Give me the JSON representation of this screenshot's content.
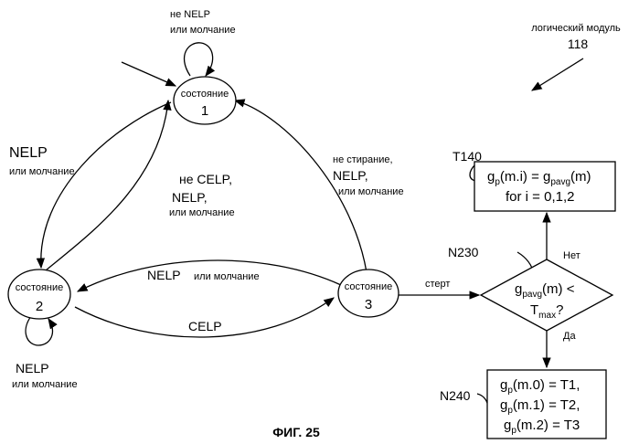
{
  "logic_module": {
    "label": "логический модуль",
    "number": "118"
  },
  "states": {
    "s1": {
      "label": "состояние",
      "number": "1"
    },
    "s2": {
      "label": "состояние",
      "number": "2"
    },
    "s3": {
      "label": "состояние",
      "number": "3"
    }
  },
  "edges": {
    "self1_top": "не NELP",
    "self1_bottom": "или молчание",
    "left_arc_nelp": "NELP",
    "left_arc_silence": "или молчание",
    "inner_not_celp": "не CELP,",
    "inner_nelp": "NELP,",
    "inner_silence": "или молчание",
    "right_arc_not_erasure": "не стирание,",
    "right_arc_nelp": "NELP,",
    "right_arc_silence": "или молчание",
    "top_arc_nelp": "NELP",
    "top_arc_silence": "или молчание",
    "bottom_arc_celp": "CELP",
    "self2_nelp": "NELP",
    "self2_silence": "или молчание",
    "erased": "стерт",
    "yes": "Да",
    "no": "Нет"
  },
  "blocks": {
    "t140": {
      "ref": "T140",
      "line1": "= g",
      "line2": "for i = 0,1,2"
    },
    "n230": {
      "ref": "N230",
      "cond_lt": "<",
      "cond_q": "?"
    },
    "n240": {
      "ref": "N240",
      "line1": "= T1,",
      "line2": "= T2,",
      "line3": "= T3"
    }
  },
  "math": {
    "g": "g",
    "p": "p",
    "pavg": "pavg",
    "max": "max",
    "T": "T",
    "arg_mi": "(m.i)",
    "arg_m": "(m)",
    "arg_m0": "(m.0)",
    "arg_m1": "(m.1)",
    "arg_m2": "(m.2)"
  },
  "caption": "ФИГ. 25"
}
